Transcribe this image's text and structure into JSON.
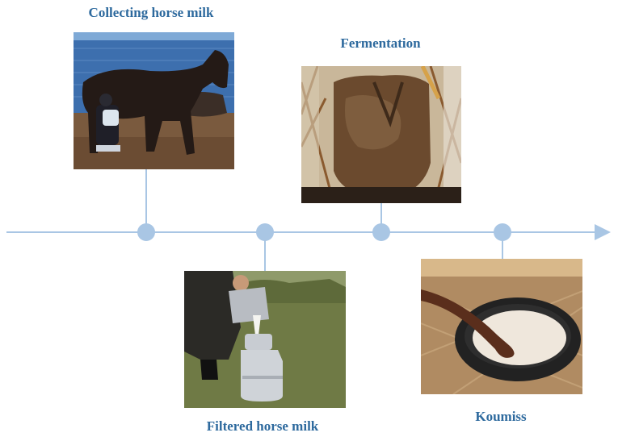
{
  "steps": [
    {
      "label": "Collecting horse milk",
      "photo_icon": "horse-milking-photo"
    },
    {
      "label": "Fermentation",
      "photo_icon": "leather-bag-photo"
    },
    {
      "label": "Filtered horse milk",
      "photo_icon": "milk-can-photo"
    },
    {
      "label": "Koumiss",
      "photo_icon": "koumiss-bowl-photo"
    }
  ],
  "colors": {
    "timeline": "#a9c6e4",
    "node": "#a9c6e4",
    "label": "#2e6a9e"
  }
}
